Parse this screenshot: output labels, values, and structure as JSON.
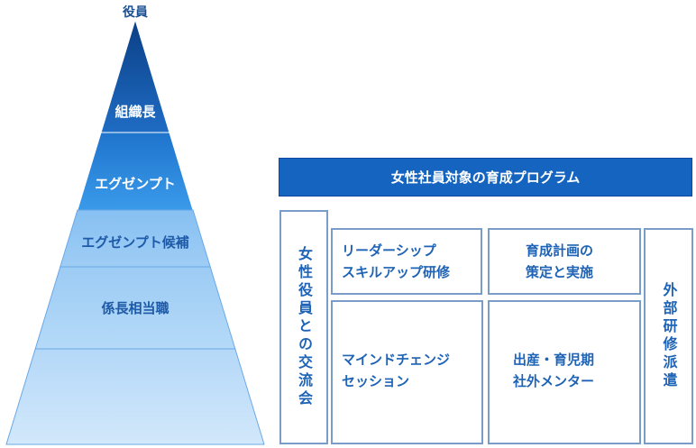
{
  "pyramid": {
    "top_label": "役員",
    "levels": [
      {
        "label": "組織長",
        "color": "#1a5fb0"
      },
      {
        "label": "エグゼンプト",
        "color": "#2a86d8"
      },
      {
        "label": "エグゼンプト候補",
        "color": "#8ec4f2"
      },
      {
        "label": "係長相当職",
        "color": "#a9d2f6"
      },
      {
        "label": "",
        "color": "#c4e0fa"
      }
    ]
  },
  "program": {
    "title": "女性社員対象の育成プログラム",
    "left_vertical": "女性役員との交流会",
    "right_vertical": "外部研修派遣",
    "boxes": [
      {
        "text": "リーダーシップ\nスキルアップ研修"
      },
      {
        "text": "育成計画の\n策定と実施"
      },
      {
        "text": "マインドチェンジ\nセッション"
      },
      {
        "text": "出産・育児期\n社外メンター"
      }
    ]
  }
}
